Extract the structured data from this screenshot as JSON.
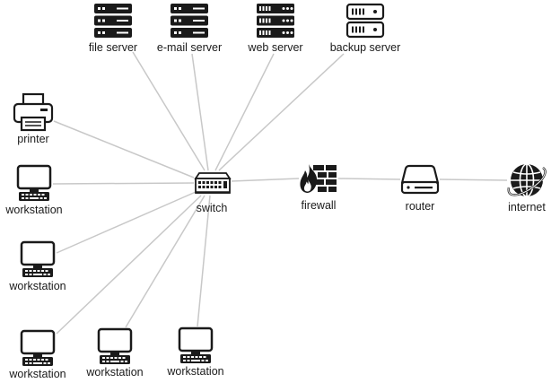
{
  "diagram": {
    "colors": {
      "link": "#c8c8c8",
      "icon": "#1a1a1a",
      "label": "#1a1a1a",
      "background": "#ffffff"
    },
    "nodes": {
      "file_server": {
        "label": "file server",
        "icon": "server-rack-icon"
      },
      "email_server": {
        "label": "e-mail server",
        "icon": "server-rack-icon"
      },
      "web_server": {
        "label": "web server",
        "icon": "server-blade-icon"
      },
      "backup_server": {
        "label": "backup server",
        "icon": "backup-server-icon"
      },
      "printer": {
        "label": "printer",
        "icon": "printer-icon"
      },
      "workstation_1": {
        "label": "workstation",
        "icon": "workstation-icon"
      },
      "workstation_2": {
        "label": "workstation",
        "icon": "workstation-icon"
      },
      "workstation_3": {
        "label": "workstation",
        "icon": "workstation-icon"
      },
      "workstation_4": {
        "label": "workstation",
        "icon": "workstation-icon"
      },
      "workstation_5": {
        "label": "workstation",
        "icon": "workstation-icon"
      },
      "switch": {
        "label": "switch",
        "icon": "switch-icon"
      },
      "firewall": {
        "label": "firewall",
        "icon": "firewall-icon"
      },
      "router": {
        "label": "router",
        "icon": "router-icon"
      },
      "internet": {
        "label": "internet",
        "icon": "globe-icon"
      }
    },
    "links": [
      {
        "from": "switch",
        "to": "file_server"
      },
      {
        "from": "switch",
        "to": "email_server"
      },
      {
        "from": "switch",
        "to": "web_server"
      },
      {
        "from": "switch",
        "to": "backup_server"
      },
      {
        "from": "switch",
        "to": "printer"
      },
      {
        "from": "switch",
        "to": "workstation_1"
      },
      {
        "from": "switch",
        "to": "workstation_2"
      },
      {
        "from": "switch",
        "to": "workstation_3"
      },
      {
        "from": "switch",
        "to": "workstation_4"
      },
      {
        "from": "switch",
        "to": "workstation_5"
      },
      {
        "from": "switch",
        "to": "firewall"
      },
      {
        "from": "firewall",
        "to": "router"
      },
      {
        "from": "router",
        "to": "internet"
      }
    ]
  }
}
